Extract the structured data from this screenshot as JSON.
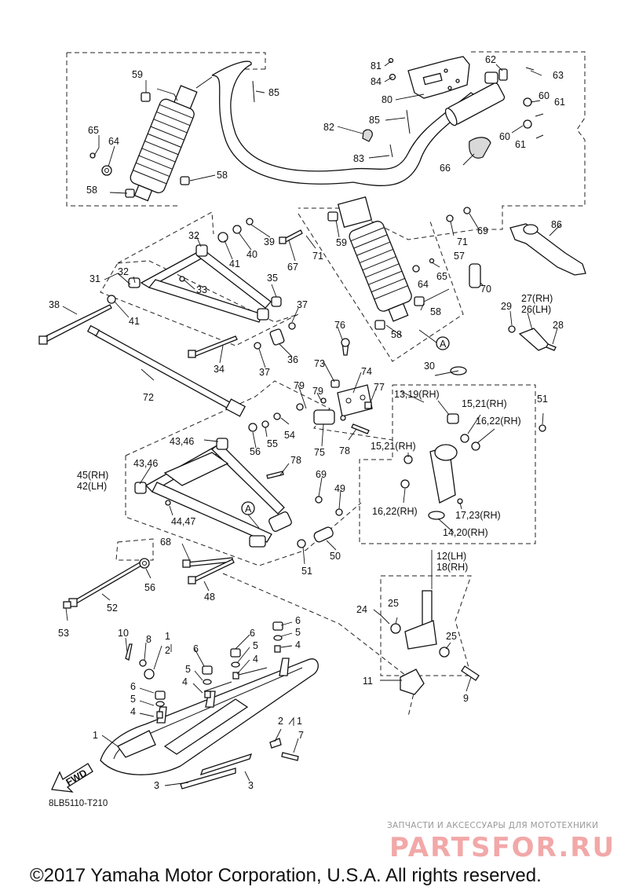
{
  "figure_code": "8LB5110-T210",
  "copyright": "©2017 Yamaha Motor Corporation, U.S.A. All rights reserved.",
  "watermark": {
    "subtitle": "ЗАПЧАСТИ И АКСЕССУАРЫ ДЛЯ МОТОТЕХНИКИ",
    "brand": "PARTSFOR.RU",
    "color": "#f2a8a8"
  },
  "direction_arrow": "FWD",
  "callouts": {
    "c1": "1",
    "c1b": "1",
    "c1c": "1",
    "c2": "2",
    "c2b": "2",
    "c3": "3",
    "c3b": "3",
    "c4": "4",
    "c4b": "4",
    "c4c": "4",
    "c4d": "4",
    "c5": "5",
    "c5b": "5",
    "c5c": "5",
    "c5d": "5",
    "c6": "6",
    "c6b": "6",
    "c6c": "6",
    "c6d": "6",
    "c7": "7",
    "c8": "8",
    "c9": "9",
    "c10": "10",
    "c11": "11",
    "c12_18": "12(LH)",
    "c12_18b": "18(RH)",
    "c13_19": "13,19(RH)",
    "c14_20": "14,20(RH)",
    "c15_21a": "15,21(RH)",
    "c15_21b": "15,21(RH)",
    "c16_22a": "16,22(RH)",
    "c16_22b": "16,22(RH)",
    "c17_23": "17,23(RH)",
    "c24": "24",
    "c25": "25",
    "c25b": "25",
    "c27_26a": "27(RH)",
    "c27_26b": "26(LH)",
    "c28": "28",
    "c29": "29",
    "c30": "30",
    "c31": "31",
    "c32": "32",
    "c32b": "32",
    "c33": "33",
    "c34": "34",
    "c35": "35",
    "c36": "36",
    "c37": "37",
    "c37b": "37",
    "c38": "38",
    "c39": "39",
    "c40": "40",
    "c41": "41",
    "c41b": "41",
    "c42_45a": "45(RH)",
    "c42_45b": "42(LH)",
    "c43_46": "43,46",
    "c43_46b": "43,46",
    "c44_47": "44,47",
    "c48": "48",
    "c49": "49",
    "c50": "50",
    "c51": "51",
    "c51b": "51",
    "c52": "52",
    "c53": "53",
    "c54": "54",
    "c55": "55",
    "c56": "56",
    "c56b": "56",
    "c57": "57",
    "c58": "58",
    "c58b": "58",
    "c58c": "58",
    "c58d": "58",
    "c59": "59",
    "c59b": "59",
    "c60": "60",
    "c60b": "60",
    "c61": "61",
    "c61b": "61",
    "c62": "62",
    "c63": "63",
    "c64": "64",
    "c64b": "64",
    "c65": "65",
    "c65b": "65",
    "c66": "66",
    "c67": "67",
    "c68": "68",
    "c69": "69",
    "c69b": "69",
    "c70": "70",
    "c71": "71",
    "c71b": "71",
    "c72": "72",
    "c73": "73",
    "c74": "74",
    "c75": "75",
    "c76": "76",
    "c77": "77",
    "c78": "78",
    "c78b": "78",
    "c79": "79",
    "c79b": "79",
    "c80": "80",
    "c81": "81",
    "c82": "82",
    "c83": "83",
    "c84": "84",
    "c85": "85",
    "c85b": "85",
    "c86": "86",
    "refA": "A",
    "refAb": "A"
  }
}
